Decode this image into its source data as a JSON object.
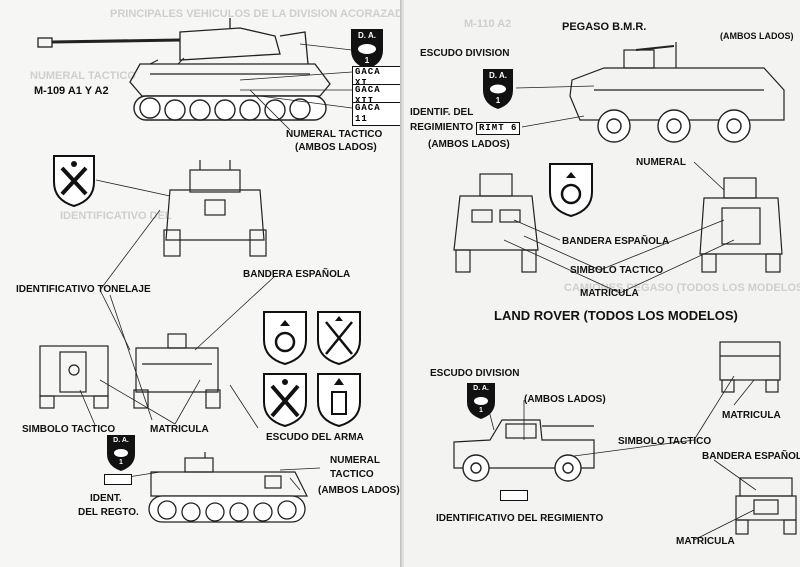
{
  "left": {
    "title_m109": "M-109 A1 Y A2",
    "plates_m109": [
      "GACA XI",
      "GACA XII",
      "GACA 11"
    ],
    "numeral_tactico": "NUMERAL TACTICO",
    "ambos_lados": "(AMBOS LADOS)",
    "identificativo_tonelaje": "IDENTIFICATIVO TONELAJE",
    "bandera_espanola": "BANDERA ESPAÑOLA",
    "simbolo_tactico": "SIMBOLO TACTICO",
    "matricula": "MATRICULA",
    "escudo_del_arma": "ESCUDO DEL ARMA",
    "numeral_tactico2": "NUMERAL",
    "tactico": "TACTICO",
    "ambos_lados2": "(AMBOS LADOS)",
    "ident": "IDENT.",
    "del_regto": "DEL REGTO.",
    "emblem_da": "D. A.",
    "emblem_num": "1"
  },
  "right": {
    "pegaso": "PEGASO B.M.R.",
    "ambos_lados_top": "(AMBOS LADOS)",
    "escudo_division": "ESCUDO DIVISION",
    "identif_del": "IDENTIF. DEL",
    "regimiento": "REGIMIENTO",
    "plate_rimt": "RIMT 6",
    "ambos_lados": "(AMBOS LADOS)",
    "numeral": "NUMERAL",
    "bandera_espanola": "BANDERA ESPAÑOLA",
    "simbolo_tactico": "SIMBOLO TACTICO",
    "matricula": "MATRICULA",
    "land_rover": "LAND ROVER (TODOS LOS MODELOS)",
    "escudo_division2": "ESCUDO DIVISION",
    "ambos_lados2": "(AMBOS LADOS)",
    "matricula2": "MATRICULA",
    "simbolo_tactico2": "SIMBOLO TACTICO",
    "bandera_espanola2": "BANDERA ESPAÑOL",
    "identificativo_regimiento": "IDENTIFICATIVO DEL REGIMIENTO",
    "matricula3": "MATRICULA",
    "emblem_da": "D. A.",
    "emblem_num": "1"
  }
}
